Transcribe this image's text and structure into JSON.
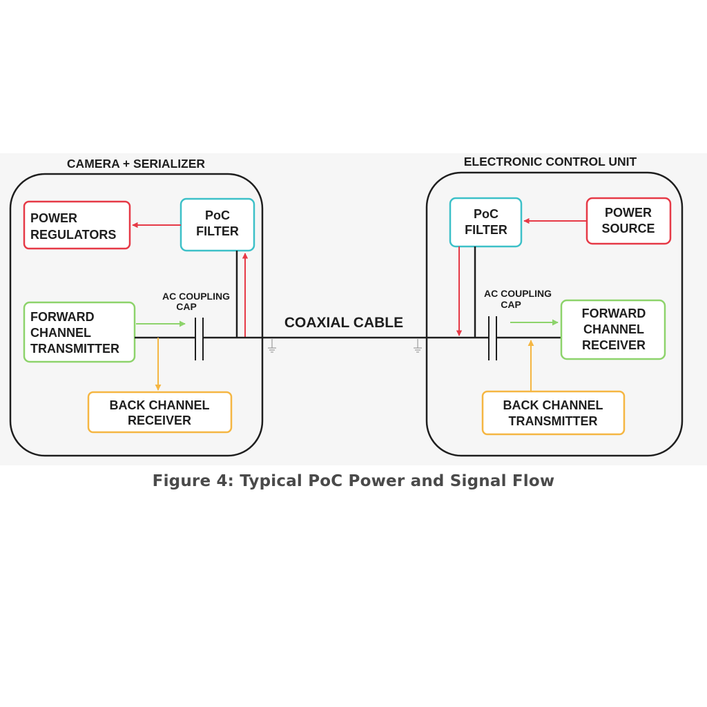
{
  "caption": "Figure 4: Typical PoC Power and Signal Flow",
  "left_unit": {
    "title": "CAMERA + SERIALIZER",
    "power_regulators": [
      "POWER",
      "REGULATORS"
    ],
    "poc_filter": [
      "PoC",
      "FILTER"
    ],
    "forward_channel": [
      "FORWARD",
      "CHANNEL",
      "TRANSMITTER"
    ],
    "back_channel": [
      "BACK CHANNEL",
      "RECEIVER"
    ],
    "ac_coupling": [
      "AC COUPLING",
      "CAP"
    ]
  },
  "right_unit": {
    "title": "ELECTRONIC CONTROL UNIT",
    "power_source": [
      "POWER",
      "SOURCE"
    ],
    "poc_filter": [
      "PoC",
      "FILTER"
    ],
    "forward_channel": [
      "FORWARD",
      "CHANNEL",
      "RECEIVER"
    ],
    "back_channel": [
      "BACK CHANNEL",
      "TRANSMITTER"
    ],
    "ac_coupling": [
      "AC COUPLING",
      "CAP"
    ]
  },
  "cable_label": "COAXIAL CABLE",
  "colors": {
    "power": "#e63946",
    "poc_filter": "#3cc0c8",
    "forward": "#8dd36b",
    "back": "#f5b642",
    "outline": "#1e1e1e"
  }
}
